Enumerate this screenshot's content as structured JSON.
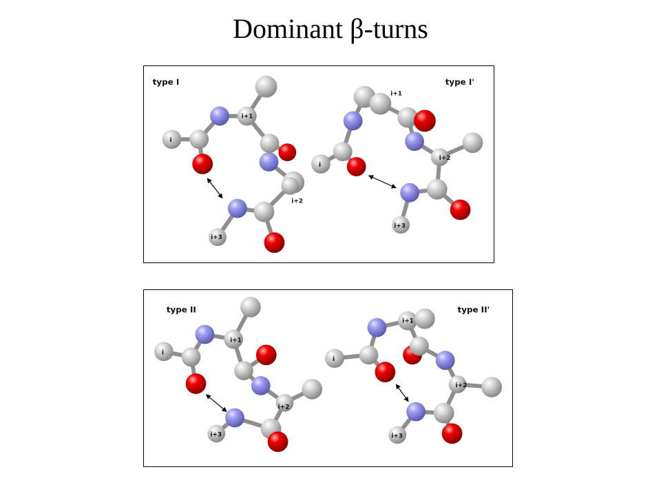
{
  "title": {
    "main": "Dominant ",
    "symbol": "β",
    "suffix": "-turns"
  },
  "colors": {
    "carbon": "#b9b9b9",
    "nitrogen": "#8c8ce6",
    "oxygen": "#e60000",
    "bond": "#8e8e8e",
    "border": "#000000"
  },
  "panels": {
    "top": {
      "left": {
        "type_label": "type I",
        "residues": {
          "i": "i",
          "i1": "i+1",
          "i2": "i+2",
          "i3": "i+3"
        }
      },
      "right": {
        "type_label": "type I'",
        "residues": {
          "i": "i",
          "i1": "i+1",
          "i2": "i+2",
          "i3": "i+3"
        }
      }
    },
    "bottom": {
      "left": {
        "type_label": "type II",
        "residues": {
          "i": "i",
          "i1": "i+1",
          "i2": "i+2",
          "i3": "i+3"
        }
      },
      "right": {
        "type_label": "type II'",
        "residues": {
          "i": "i",
          "i1": "i+1",
          "i2": "i+2",
          "i3": "i+3"
        }
      }
    }
  }
}
